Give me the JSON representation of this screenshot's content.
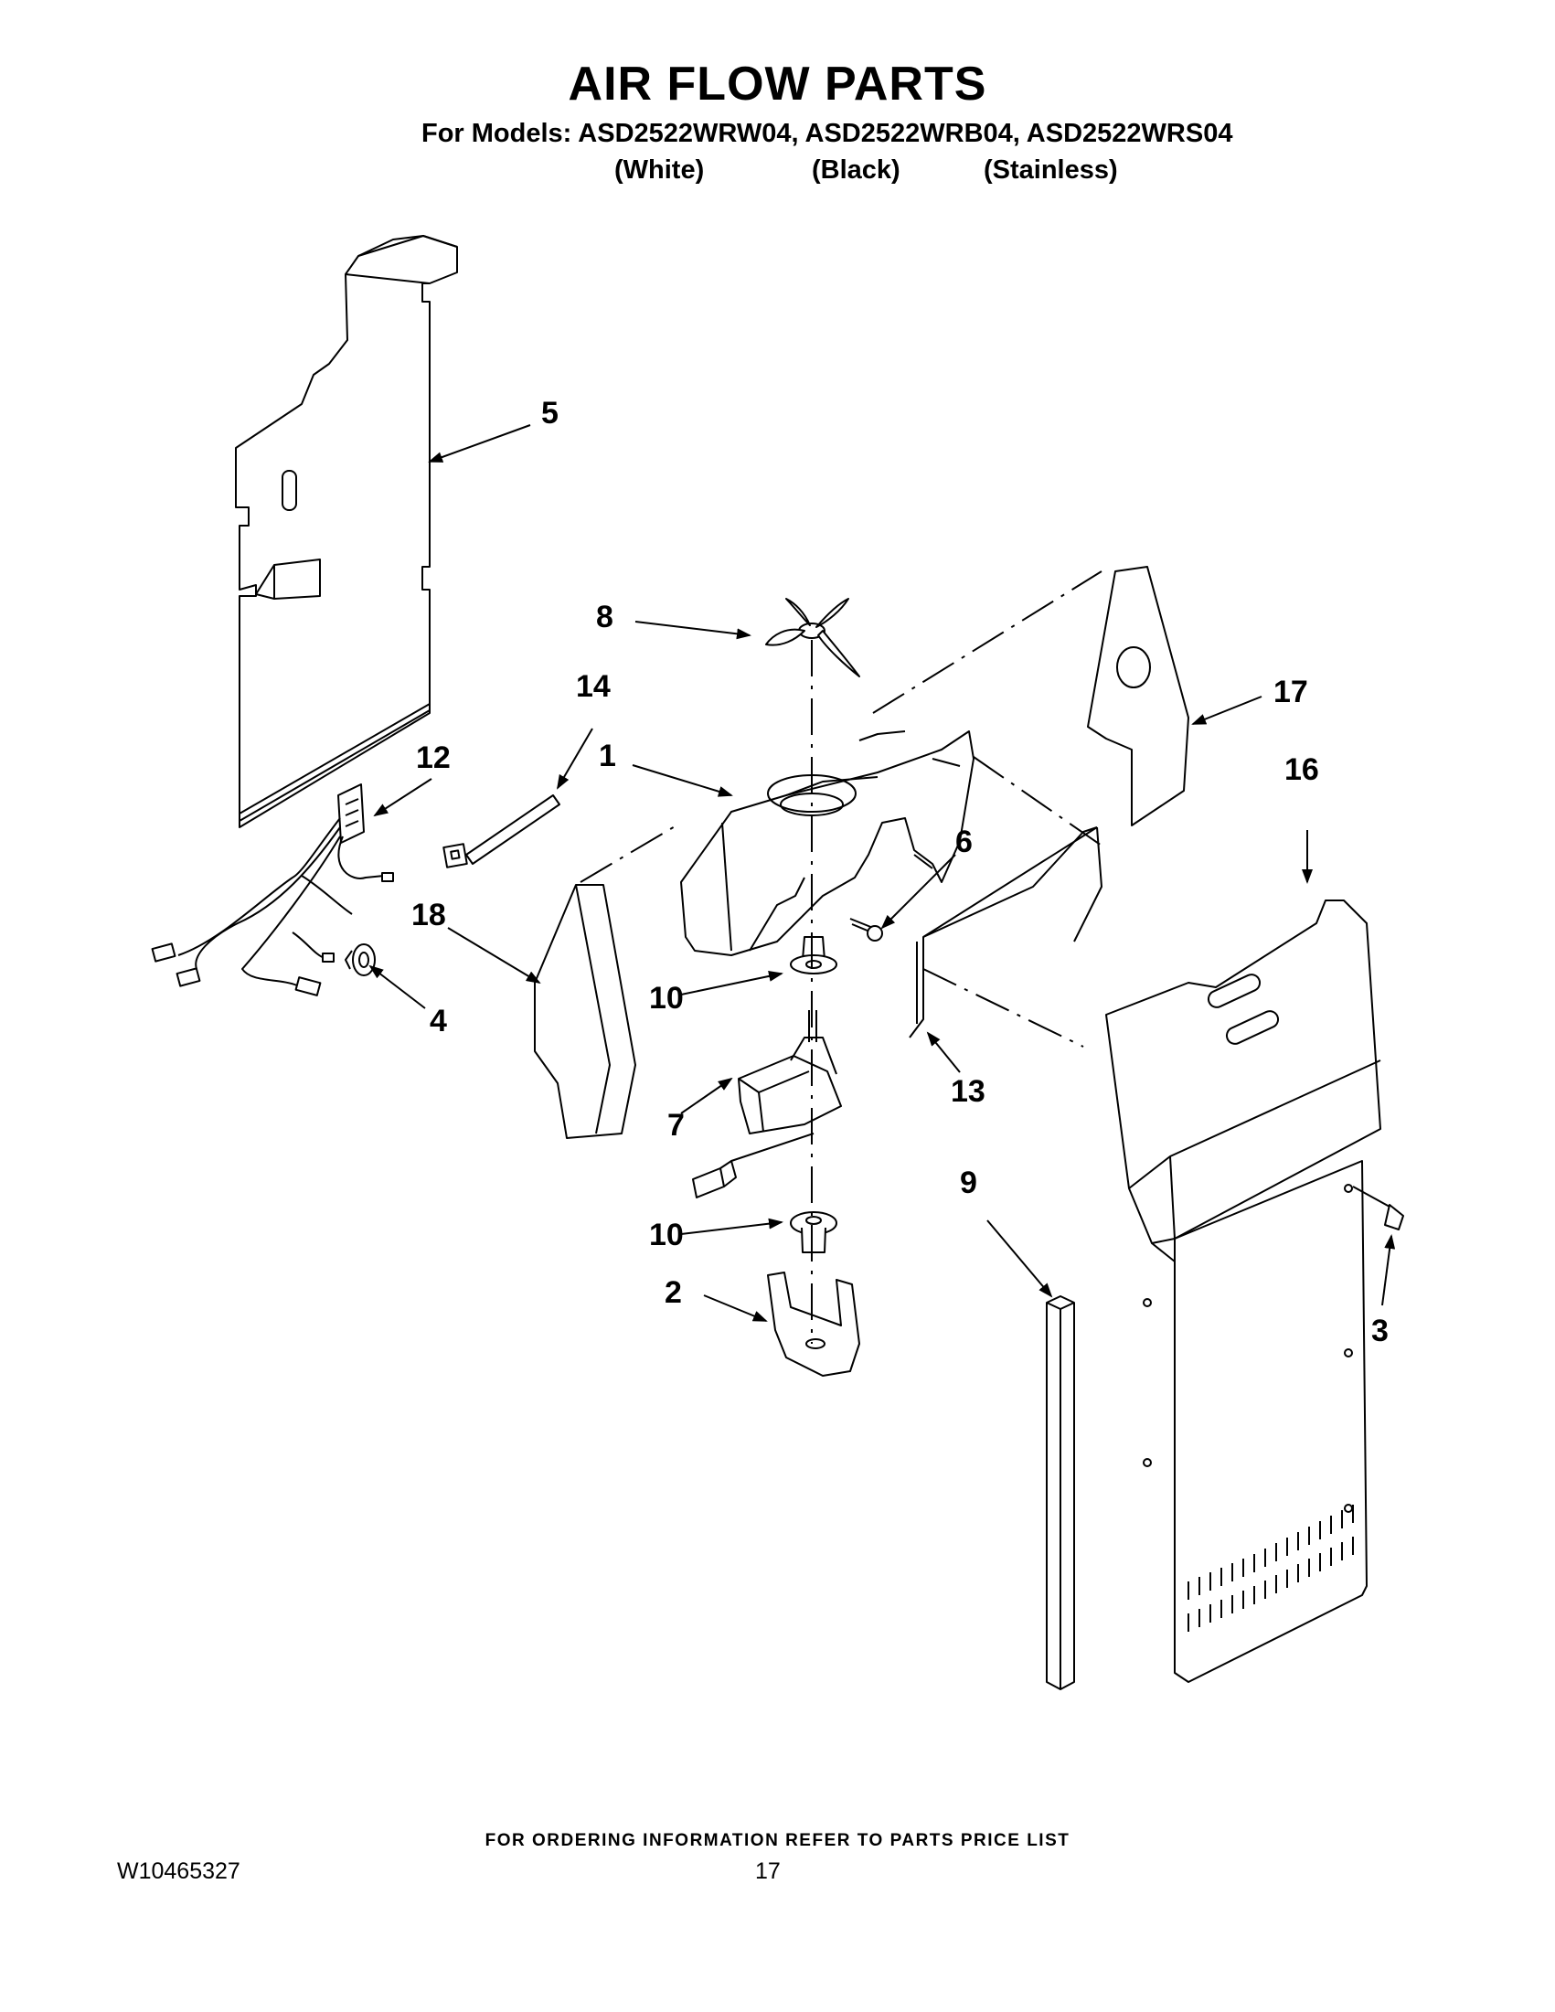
{
  "header": {
    "title": "AIR FLOW PARTS",
    "models_line": "For Models: ASD2522WRW04, ASD2522WRB04, ASD2522WRS04",
    "variants": [
      "(White)",
      "(Black)",
      "(Stainless)"
    ]
  },
  "callouts": {
    "p1": "1",
    "p2": "2",
    "p3": "3",
    "p4": "4",
    "p5": "5",
    "p6": "6",
    "p7": "7",
    "p8": "8",
    "p9": "9",
    "p10a": "10",
    "p10b": "10",
    "p12": "12",
    "p13": "13",
    "p14": "14",
    "p16": "16",
    "p17": "17",
    "p18": "18"
  },
  "footer": {
    "note": "FOR ORDERING INFORMATION REFER TO PARTS PRICE LIST",
    "doc_number": "W10465327",
    "page_number": "17"
  }
}
